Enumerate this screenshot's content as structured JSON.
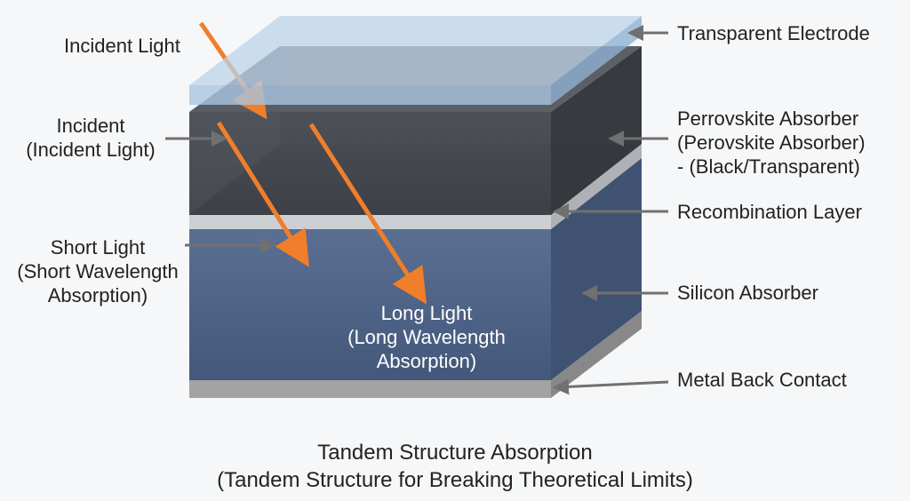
{
  "labels": {
    "incident_light": "Incident Light",
    "incident_line1": "Incident",
    "incident_line2": "(Incident Light)",
    "short_line1": "Short Light",
    "short_line2": "(Short Wavelength",
    "short_line3": "Absorption)",
    "long_line1": "Long Light",
    "long_line2": "(Long Wavelength",
    "long_line3": "Absorption)",
    "transparent_electrode": "Transparent Electrode",
    "perovskite_line1": "Perrovskite Absorber",
    "perovskite_line2": "(Perovskite Absorber)",
    "perovskite_line3": "- (Black/Transparent)",
    "recombination_layer": "Recombination Layer",
    "silicon_absorber": "Silicon Absorber",
    "metal_back_contact": "Metal Back Contact"
  },
  "caption": {
    "line1": "Tandem Structure Absorption",
    "line2": "(Tandem Structure for Breaking Theoretical Limits)"
  },
  "colors": {
    "background": "#f6f7f8",
    "electrode": "#a9c4e0",
    "perovskite": "#3b3f45",
    "recombination": "#c9cccf",
    "silicon": "#4d6284",
    "metal": "#9a9a9a",
    "light_arrow": "#f07e2a",
    "pointer_arrow": "#707070"
  }
}
